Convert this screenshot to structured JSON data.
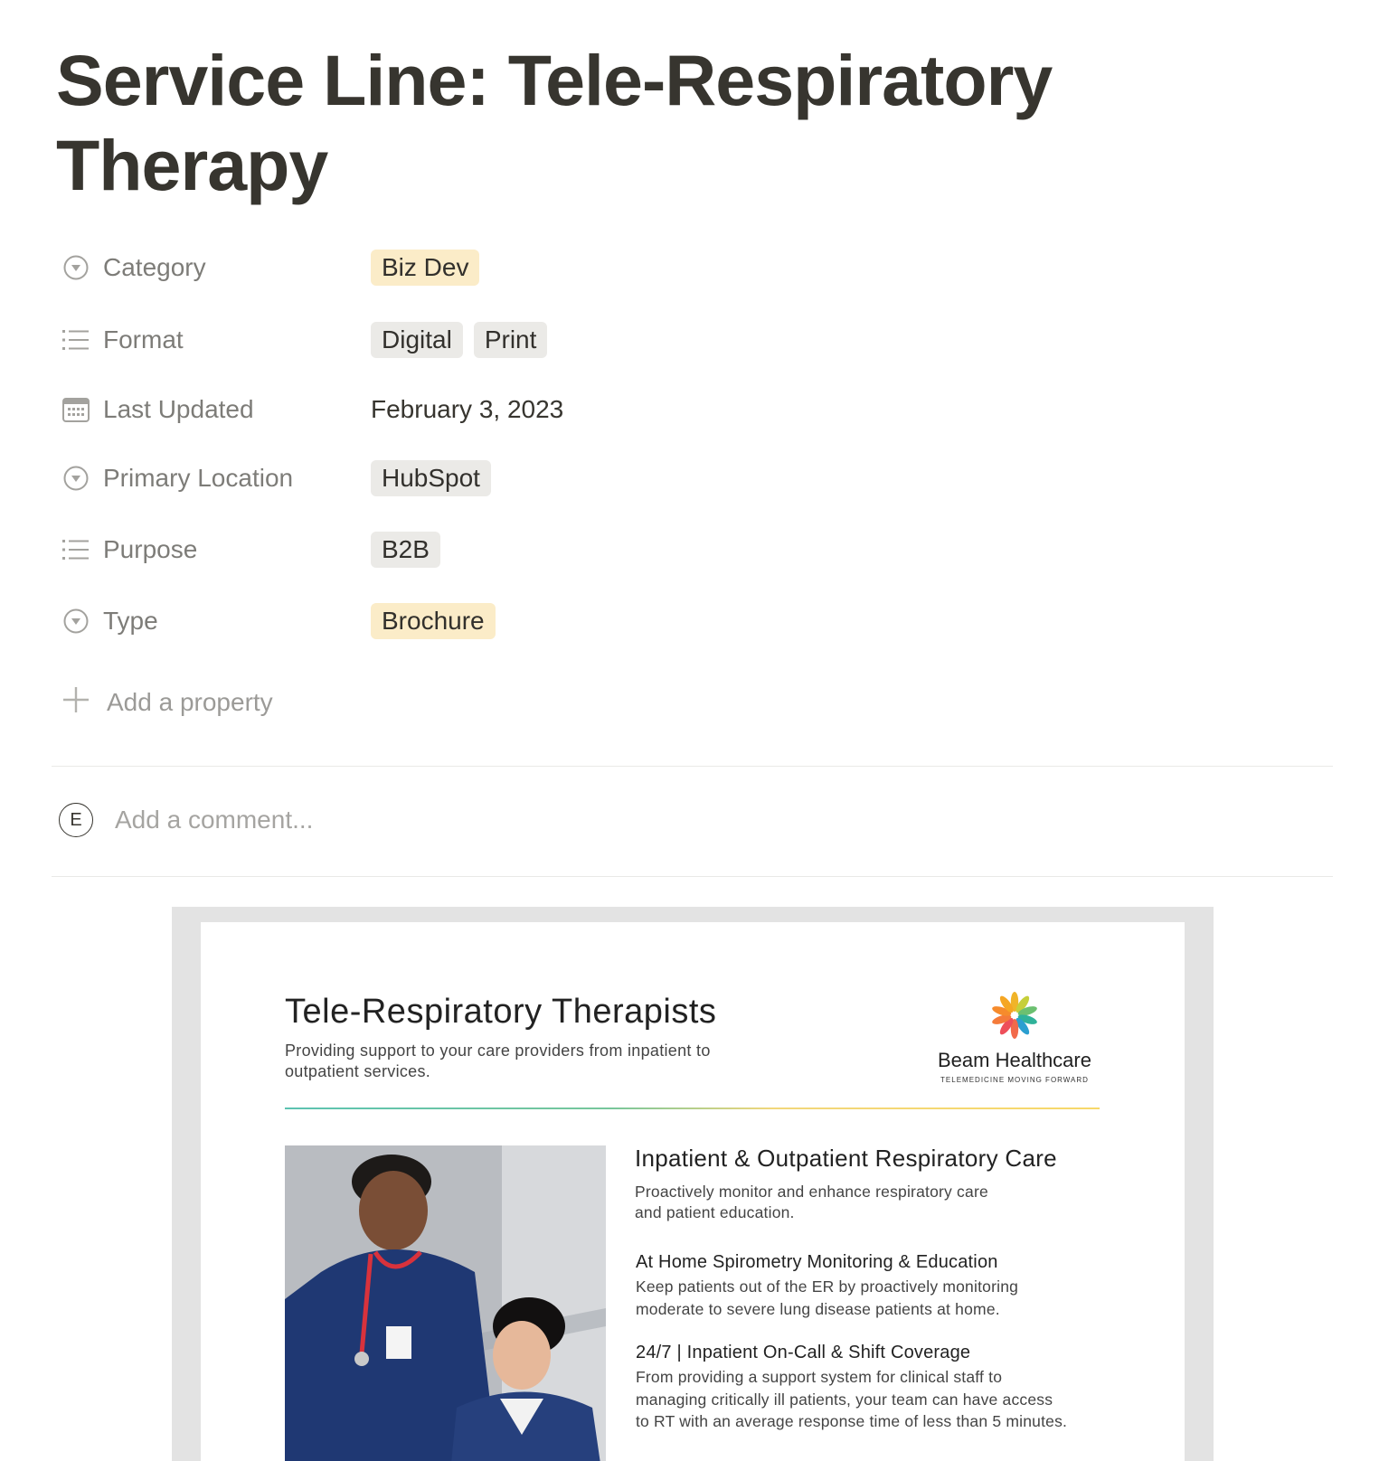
{
  "page": {
    "title": "Service Line: Tele-Respiratory Therapy"
  },
  "properties": [
    {
      "name": "Category",
      "icon": "select-icon",
      "tags": [
        {
          "label": "Biz Dev",
          "color": "#fbecc8"
        }
      ]
    },
    {
      "name": "Format",
      "icon": "list-icon",
      "tags": [
        {
          "label": "Digital",
          "color": "#ebeae7"
        },
        {
          "label": "Print",
          "color": "#ebeae7"
        }
      ]
    },
    {
      "name": "Last Updated",
      "icon": "calendar-icon",
      "date": "February 3, 2023"
    },
    {
      "name": "Primary Location",
      "icon": "select-icon",
      "tags": [
        {
          "label": "HubSpot",
          "color": "#ebeae7"
        }
      ]
    },
    {
      "name": "Purpose",
      "icon": "list-icon",
      "tags": [
        {
          "label": "B2B",
          "color": "#ebeae7"
        }
      ]
    },
    {
      "name": "Type",
      "icon": "select-icon",
      "tags": [
        {
          "label": "Brochure",
          "color": "#fbecc8"
        }
      ]
    }
  ],
  "add_property": {
    "label": "Add a property",
    "icon": "plus-icon"
  },
  "comment": {
    "avatar_initial": "E",
    "placeholder": "Add a comment..."
  },
  "brochure": {
    "title": "Tele-Respiratory Therapists",
    "subtitle": "Providing support to your care providers from inpatient to outpatient services.",
    "logo_name": "Beam Healthcare",
    "logo_tagline": "TELEMEDICINE MOVING FORWARD",
    "logo_icon": "flower-logo-icon",
    "heading": "Inpatient & Outpatient Respiratory Care",
    "intro": "Proactively monitor and enhance respiratory care and patient education.",
    "sections": [
      {
        "heading": "At Home Spirometry Monitoring & Education",
        "body": "Keep patients out of the ER by proactively monitoring moderate to severe lung disease patients at home."
      },
      {
        "heading": "24/7 | Inpatient On-Call & Shift Coverage",
        "body": "From providing a support system for clinical staff to managing critically ill patients, your team can have access to RT with an average response time of less than 5 minutes."
      }
    ]
  },
  "colors": {
    "text": "#37352f",
    "tag_gray": "#ebeae7",
    "tag_yellow": "#fbecc8",
    "scrub_navy": "#1f3873",
    "accent_teal": "#5cc3b1",
    "accent_yellow": "#f7d86a"
  }
}
